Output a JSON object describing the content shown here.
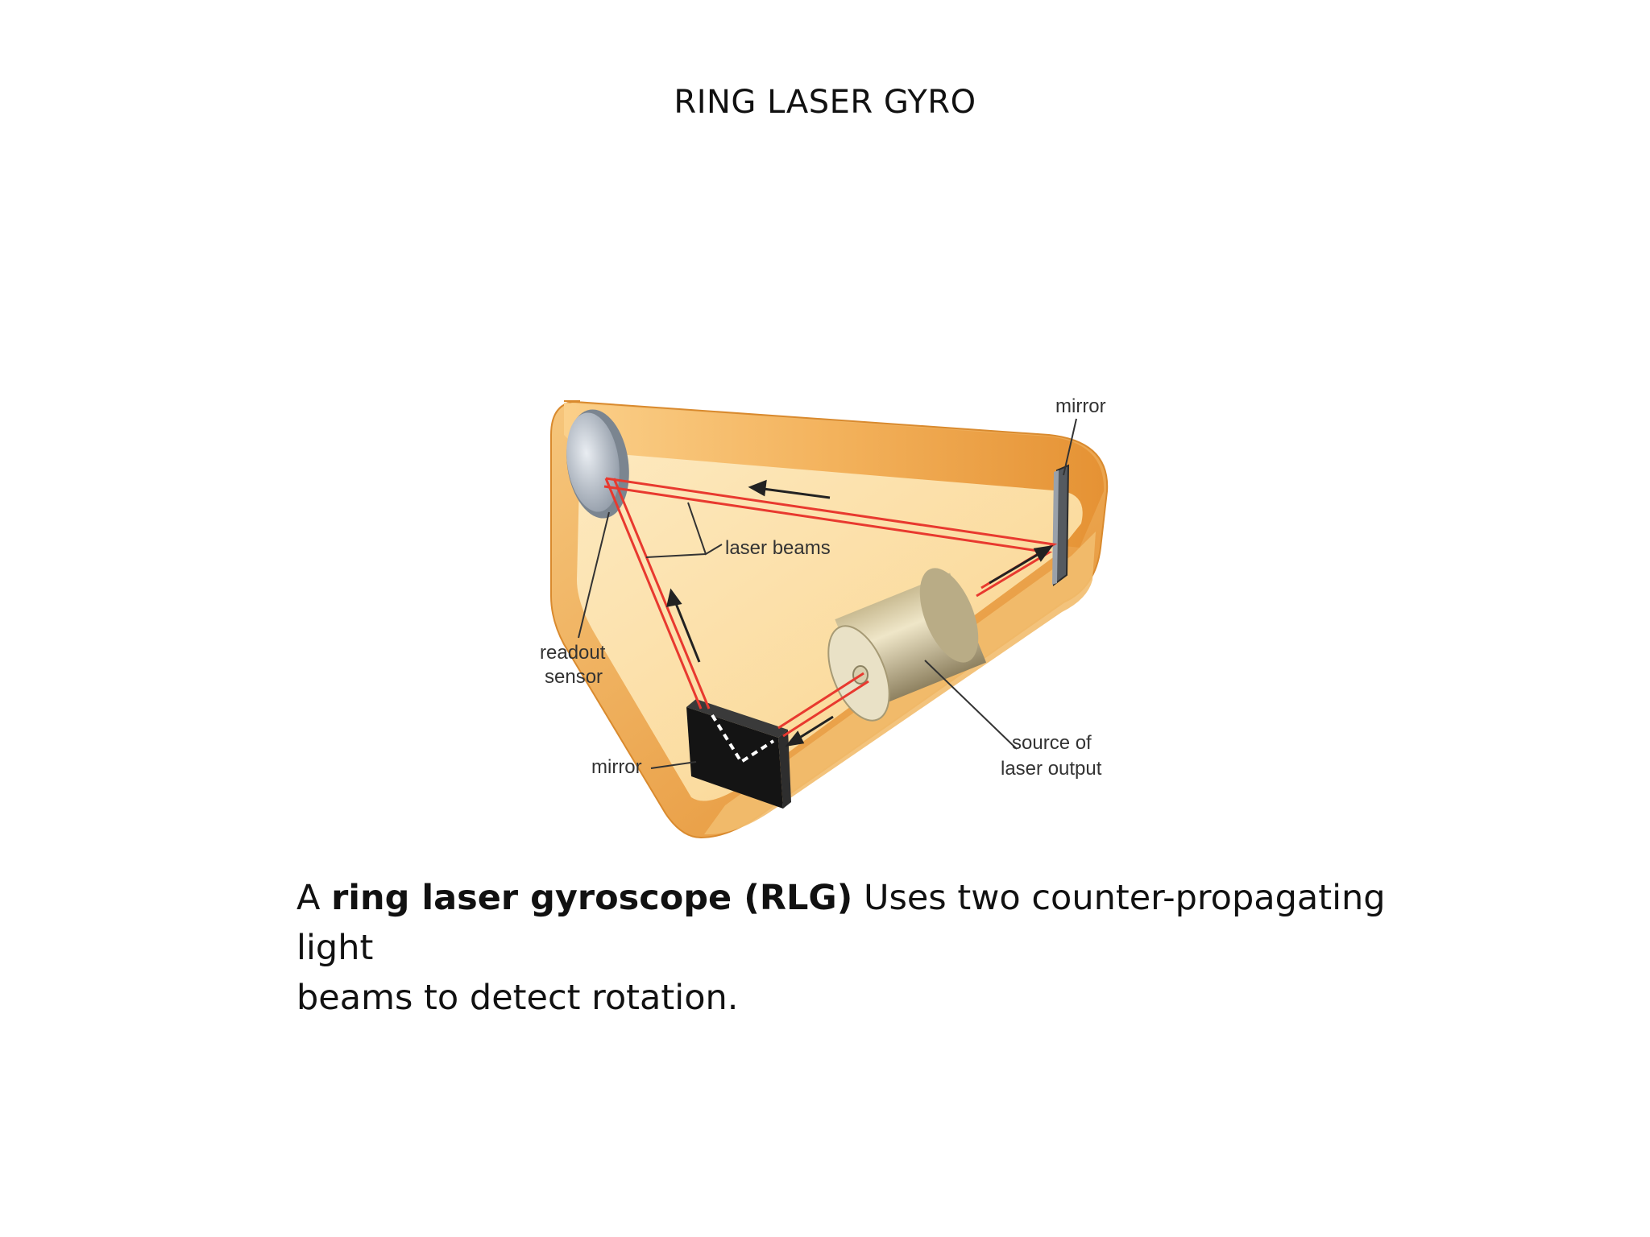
{
  "slide": {
    "title": "RING LASER GYRO"
  },
  "diagram": {
    "labels": {
      "mirror_top": "mirror",
      "laser_beams": "laser beams",
      "readout_line1": "readout",
      "readout_line2": "sensor",
      "mirror_bottom": "mirror",
      "source_line1": "source of",
      "source_line2": "laser output"
    },
    "colors": {
      "housing_light": "#fbe0a6",
      "housing_dark": "#e8962f",
      "beam": "#e8392f",
      "mirror_dark": "#111111"
    }
  },
  "caption": {
    "prefix": "A ",
    "term": "ring laser gyroscope (RLG)",
    "text_line1": " Uses two counter-propagating light",
    "text_line2": "beams to detect rotation."
  }
}
